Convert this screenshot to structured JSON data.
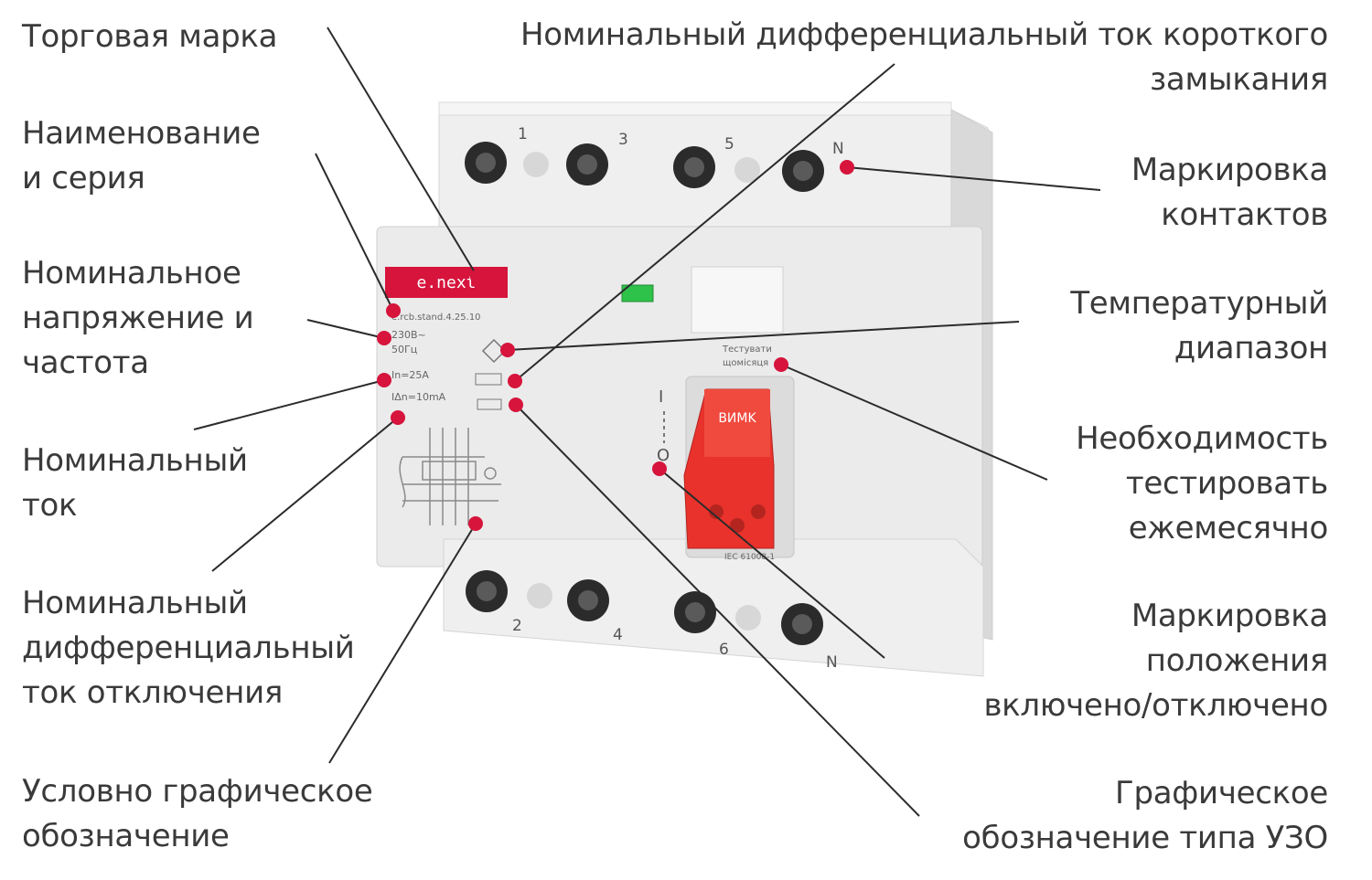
{
  "labels": {
    "brand": [
      "Торговая марка"
    ],
    "name_series": [
      "Наименование",
      "и серия"
    ],
    "voltage_freq": [
      "Номинальное",
      "напряжение и",
      "частота"
    ],
    "rated_current": [
      "Номинальный",
      "ток"
    ],
    "diff_trip": [
      "Номинальный",
      "дифференциальный",
      "ток отключения"
    ],
    "schematic": [
      "Условно графическое",
      "обозначение"
    ],
    "short_circuit": [
      "Номинальный дифференциальный ток короткого",
      "замыкания"
    ],
    "contacts": [
      "Маркировка",
      "контактов"
    ],
    "temperature": [
      "Температурный",
      "диапазон"
    ],
    "monthly_test": [
      "Необходимость",
      "тестировать",
      "ежемесячно"
    ],
    "on_off": [
      "Маркировка",
      "положения",
      "включено/отключено"
    ],
    "rcd_type": [
      "Графическое",
      "обозначение типа УЗО"
    ]
  },
  "device": {
    "brand_logo": "e.next",
    "model": "e.rcb.stand.4.25.10",
    "voltage": "230В~",
    "frequency": "50Гц",
    "rated_current": "In=25А",
    "diff_current": "IΔn=10mA",
    "test_text": [
      "Тестувати",
      "щомісяця"
    ],
    "switch_text": "BИMK",
    "standard": "IEC 61008-1",
    "top_terminals": [
      "1",
      "3",
      "5",
      "N"
    ],
    "bottom_terminals": [
      "2",
      "4",
      "6",
      "N"
    ],
    "on_symbol": "I",
    "off_symbol": "O"
  },
  "colors": {
    "marker": "#d6143c",
    "leader": "#2b2b2b",
    "housing": "#ececec",
    "lever": "#e8322b",
    "indicator": "#2fc24a"
  }
}
